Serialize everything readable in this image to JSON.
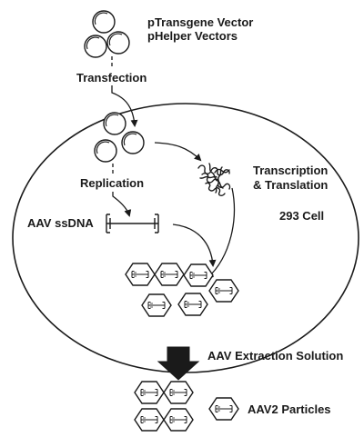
{
  "labels": {
    "ptransgene": "pTransgene Vector",
    "phelper": "pHelper Vectors",
    "transfection": "Transfection",
    "replication": "Replication",
    "transcription_line1": "Transcription",
    "transcription_line2": "& Translation",
    "cell": "293 Cell",
    "ssdna": "AAV ssDNA",
    "extraction": "AAV Extraction Solution",
    "particles": "AAV2 Particles"
  },
  "colors": {
    "stroke": "#1a1a1a",
    "background": "#ffffff"
  },
  "icons": {
    "plasmid": "circular-plasmid-icon",
    "capsid": "hexagonal-capsid-icon",
    "protein": "tangled-protein-icon",
    "dna": "ssdna-strand-icon",
    "arrow": "thick-down-arrow-icon"
  }
}
